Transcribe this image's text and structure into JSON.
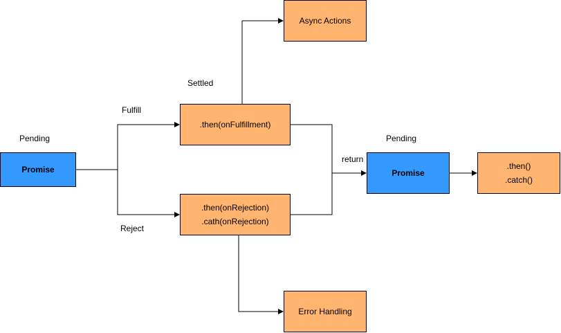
{
  "labels": {
    "pending_left": "Pending",
    "pending_right": "Pending",
    "settled": "Settled",
    "fulfill": "Fulfill",
    "reject": "Reject",
    "return": "return"
  },
  "nodes": {
    "promise_left": "Promise",
    "promise_right": "Promise",
    "then_fulfillment": ".then(onFulfillment)",
    "rejection_line1": ".then(onRejection)",
    "rejection_line2": ".cath(onRejection)",
    "async_actions": "Async Actions",
    "error_handling": "Error Handling",
    "chain_line1": ".then()",
    "chain_line2": ".catch()"
  },
  "colors": {
    "promise_fill": "#3399ff",
    "handler_fill": "#ffb570",
    "stroke": "#000000"
  }
}
